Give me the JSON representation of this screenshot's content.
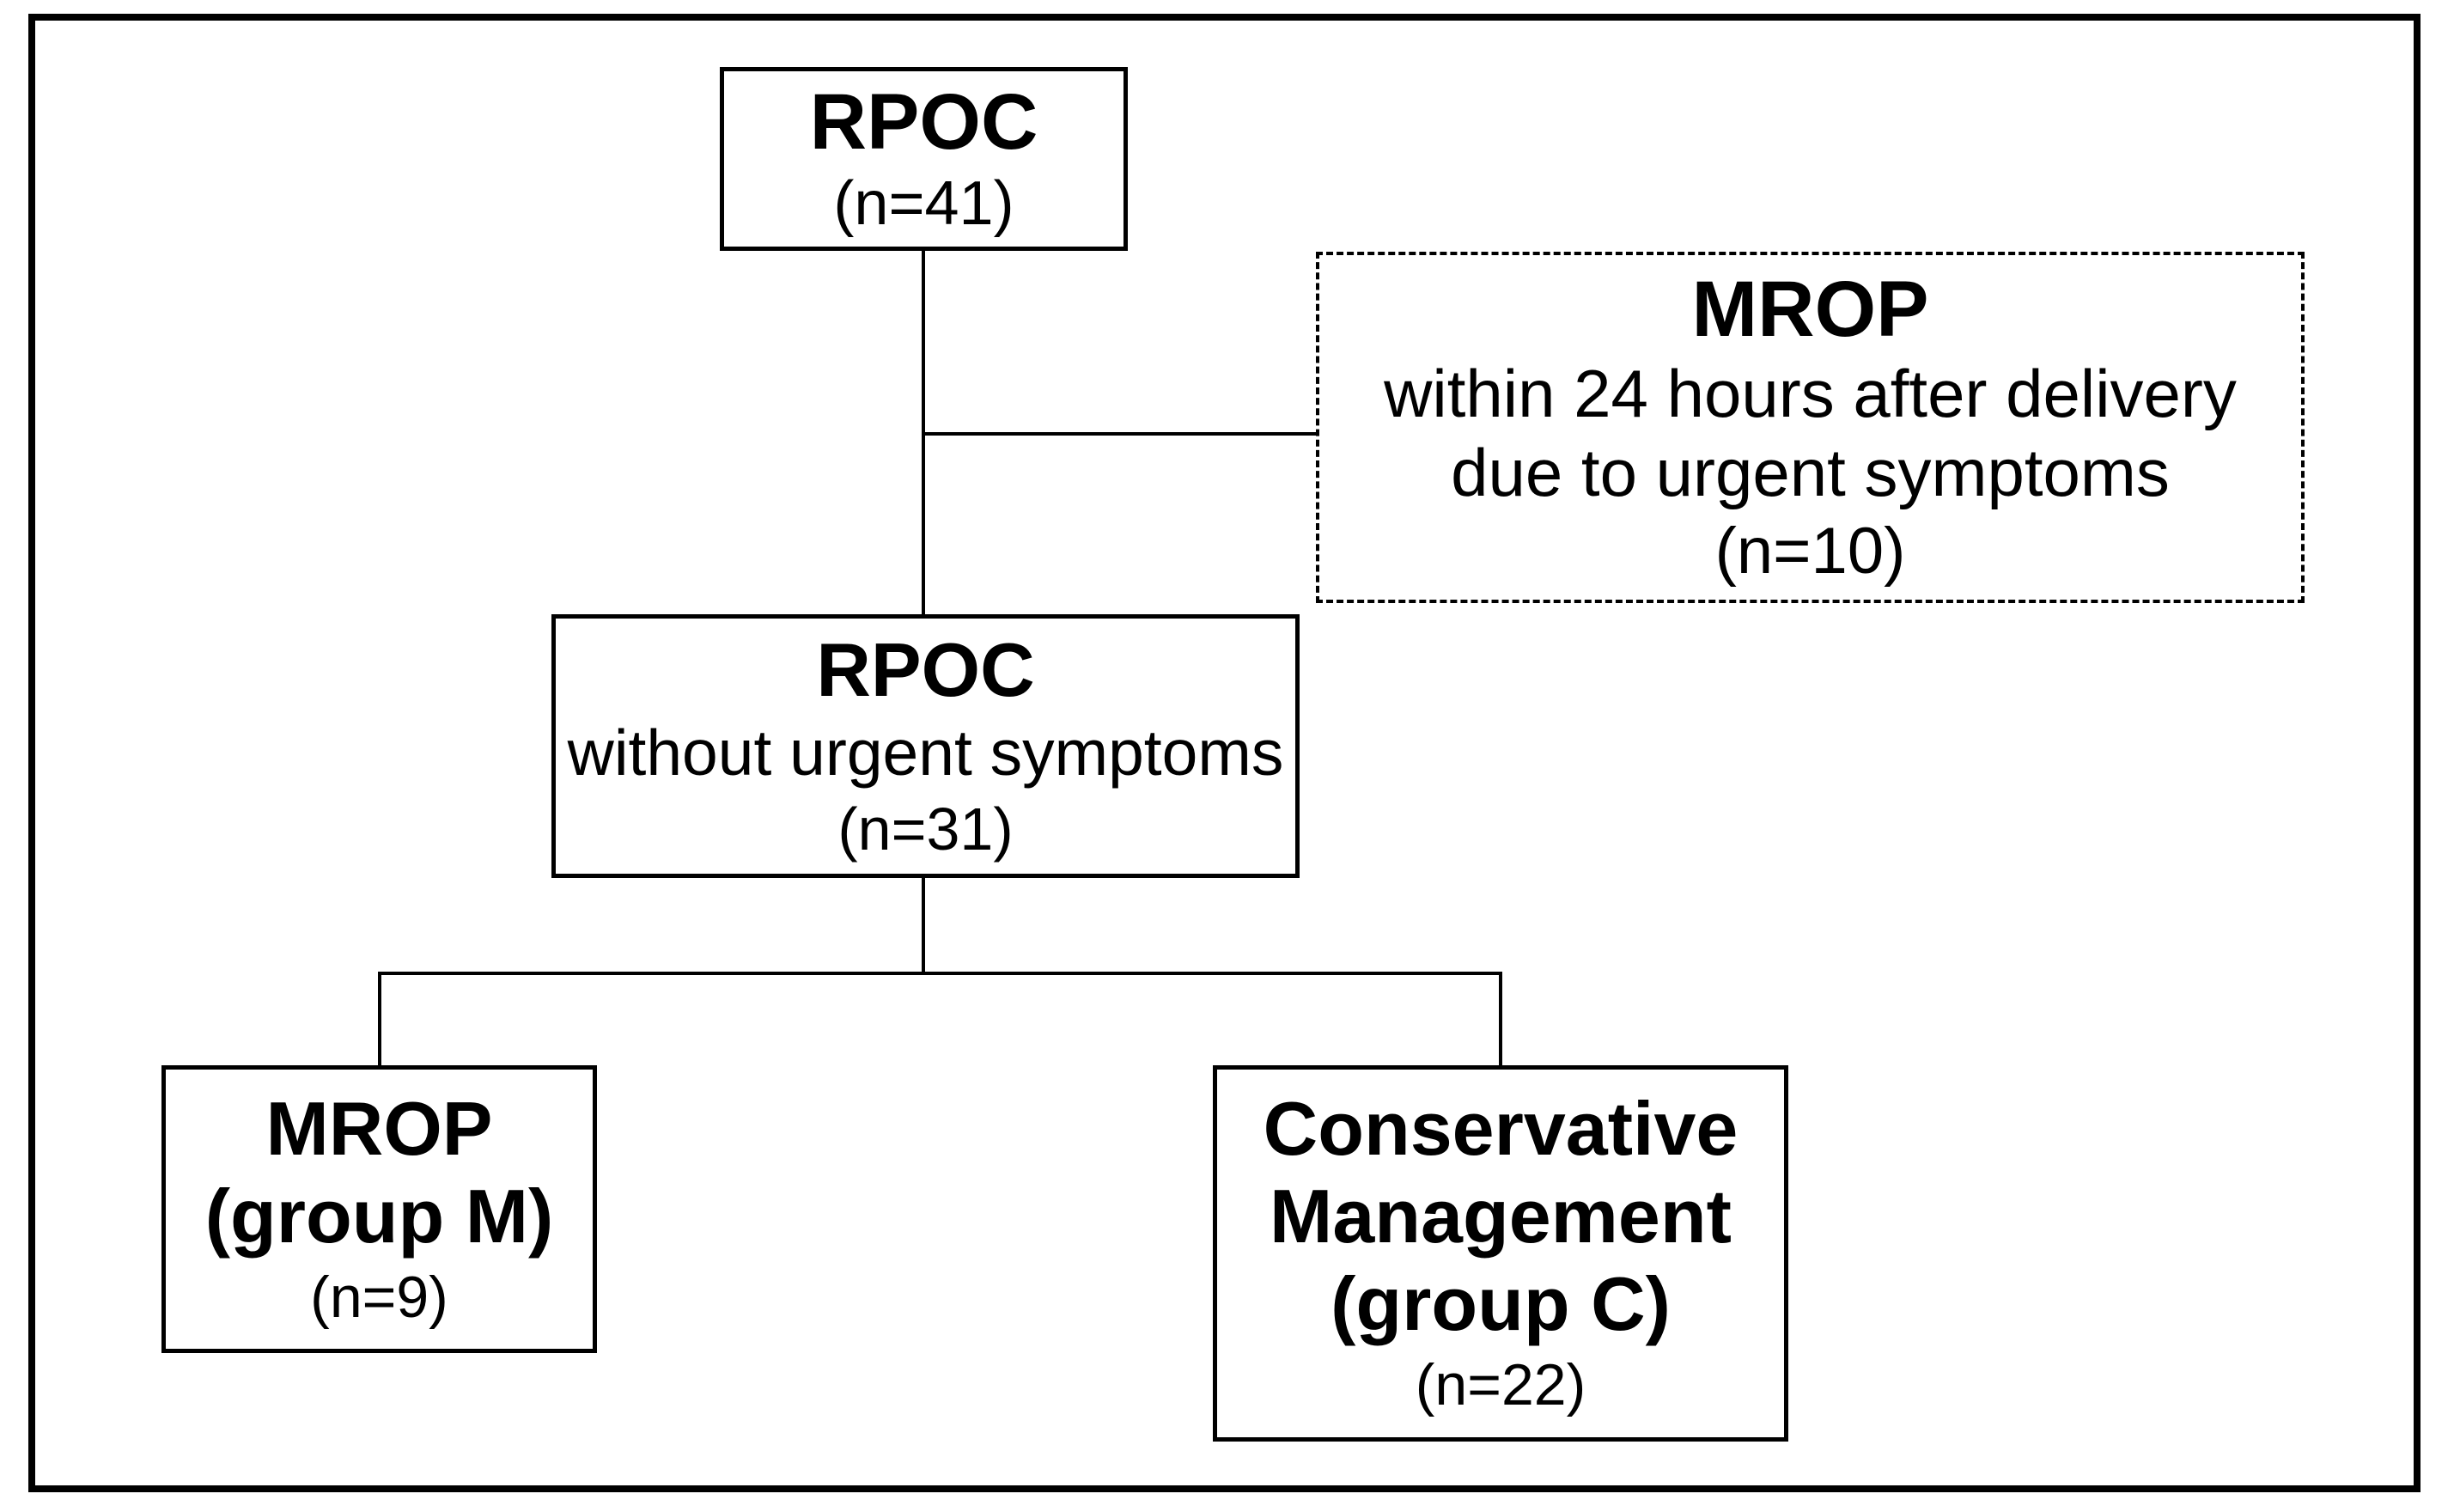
{
  "figure": {
    "description": "patient-flow-diagram",
    "colors": {
      "ink": "#000000",
      "paper": "#ffffff"
    },
    "nodes": {
      "rpoc_total": {
        "title": "RPOC",
        "n": "(n=41)"
      },
      "mrop_urgent": {
        "title": "MROP",
        "line1": "within 24 hours after delivery",
        "line2": "due to urgent symptoms",
        "n": "(n=10)"
      },
      "rpoc_without_urgent": {
        "title": "RPOC",
        "line1": "without urgent symptoms",
        "n": "(n=31)"
      },
      "group_m": {
        "title": "MROP",
        "subtitle": "(group M)",
        "n": "(n=9)"
      },
      "group_c": {
        "title1": "Conservative",
        "title2": "Management",
        "title3": "(group C)",
        "n": "(n=22)"
      }
    }
  }
}
